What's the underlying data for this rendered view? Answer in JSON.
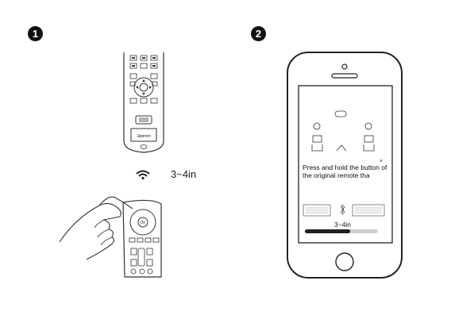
{
  "steps": {
    "one": "1",
    "two": "2"
  },
  "distance": "3~4in",
  "phone": {
    "remote_brand": "Ǝpɐmm",
    "instruction": "Press and hold the button of the original remote tha",
    "distance": "3~4in",
    "progress": 0.62,
    "close_symbol": "×"
  },
  "icons": [
    "wifi-icon",
    "hand-icon",
    "remote-icon",
    "phone-icon",
    "bluetooth-icon",
    "home-button-icon",
    "speaker-icon",
    "camera-icon"
  ]
}
